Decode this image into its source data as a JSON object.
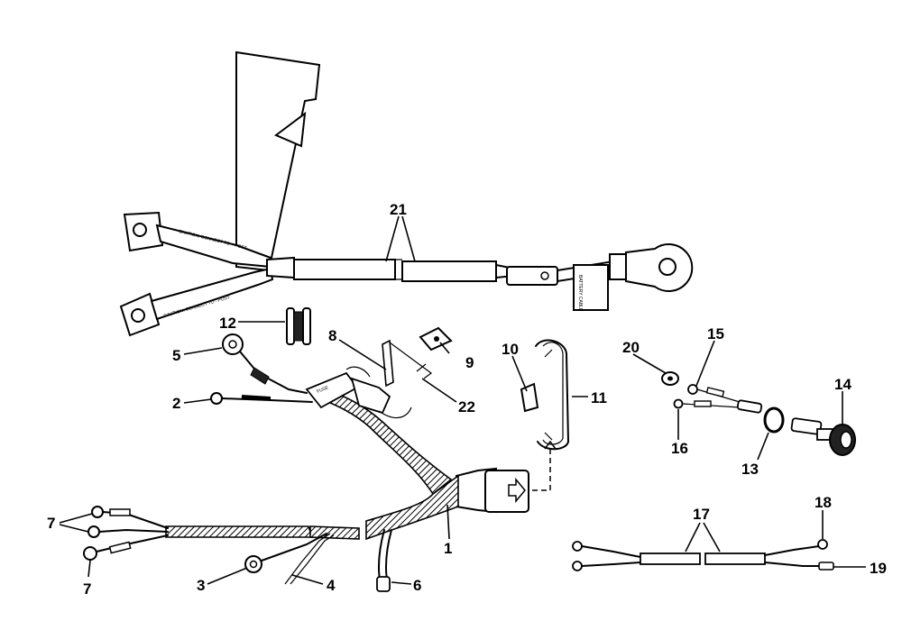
{
  "diagram": {
    "callouts": {
      "c1": "1",
      "c2": "2",
      "c3": "3",
      "c4": "4",
      "c5": "5",
      "c6": "6",
      "c7a": "7",
      "c7b": "7",
      "c8": "8",
      "c9": "9",
      "c10": "10",
      "c11": "11",
      "c12": "12",
      "c13": "13",
      "c14": "14",
      "c15": "15",
      "c16": "16",
      "c17": "17",
      "c18": "18",
      "c19": "19",
      "c20": "20",
      "c21": "21",
      "c22": "22"
    },
    "tags": {
      "fuse_tag": "FUSE",
      "cable_tag_upper": "CAUTION: CONNECT TO + POST",
      "cable_tag_lower": "CAUTION: CONNECT TO - POST",
      "battery_tag": "BATTERY CABLE"
    }
  }
}
